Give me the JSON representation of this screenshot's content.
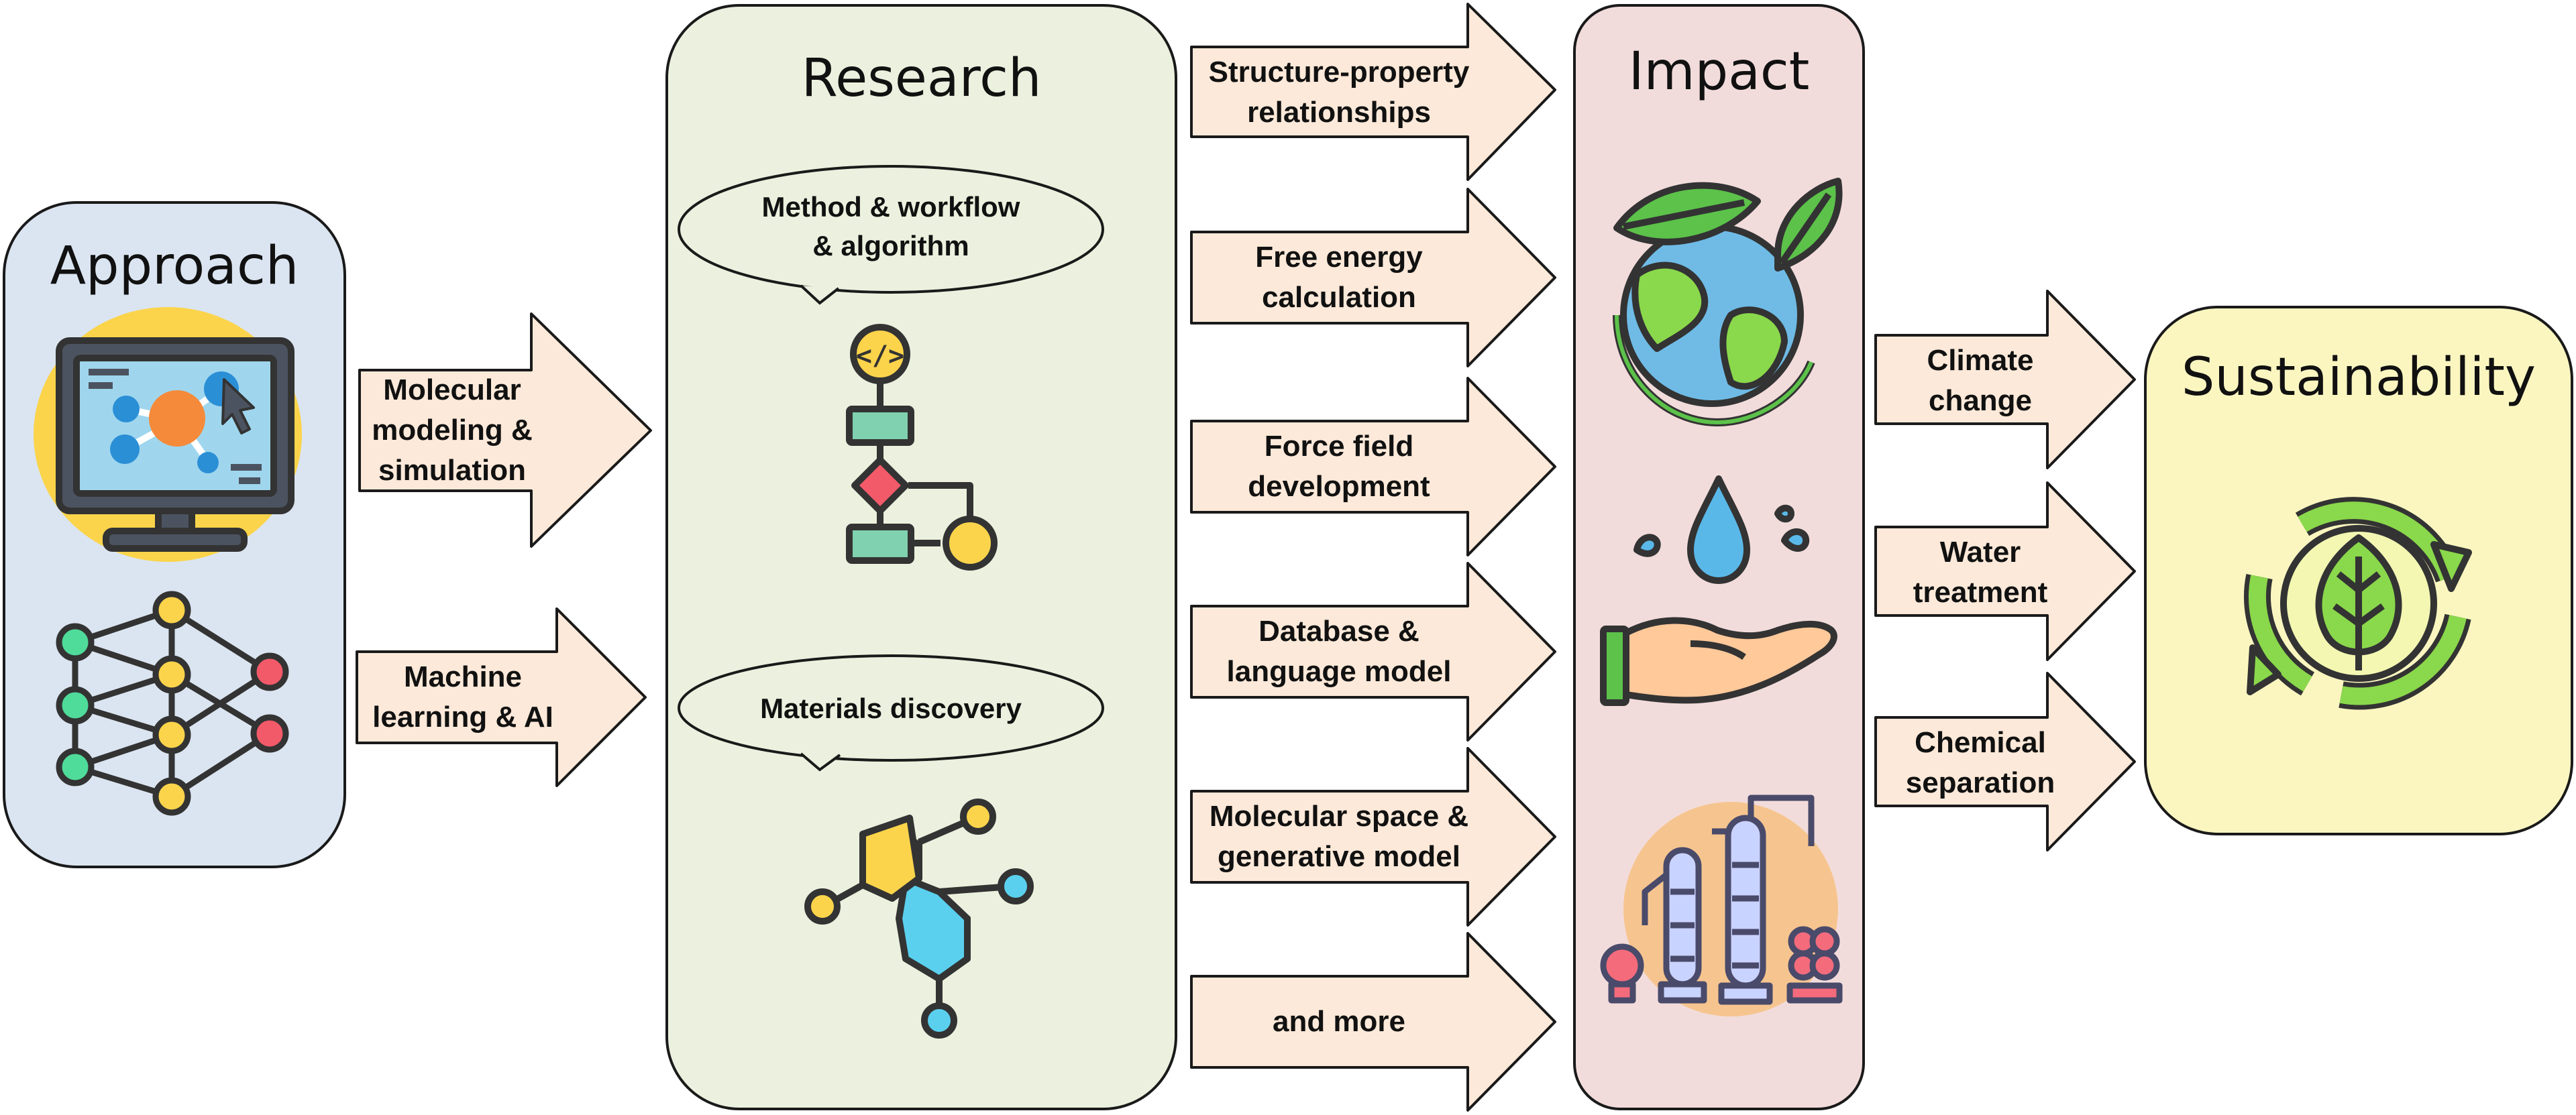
{
  "approach": {
    "title": "Approach"
  },
  "research": {
    "title": "Research",
    "bubble_method": "Method & workflow\n& algorithm",
    "bubble_materials": "Materials discovery"
  },
  "impact": {
    "title": "Impact"
  },
  "sustainability": {
    "title": "Sustainability"
  },
  "approach_arrows": [
    "Molecular\nmodeling &\nsimulation",
    "Machine\nlearning & AI"
  ],
  "research_arrows": [
    "Structure-property\nrelationships",
    "Free energy\ncalculation",
    "Force field\ndevelopment",
    "Database &\nlanguage model",
    "Molecular space &\ngenerative model",
    "and more"
  ],
  "impact_arrows": [
    "Climate\nchange",
    "Water\ntreatment",
    "Chemical\nseparation"
  ],
  "colors": {
    "approach_bg": "#dbe5f1",
    "research_bg": "#ebf1de",
    "impact_bg": "#f2dcdb",
    "sustainability_bg": "#fbf6c0",
    "arrow_fill": "#fde9d9",
    "outline": "#1a1a1a"
  },
  "icons": [
    "computer-monitor-icon",
    "neural-network-icon",
    "flowchart-code-icon",
    "molecule-icon",
    "globe-leaves-icon",
    "water-drop-hand-icon",
    "chemical-plant-icon",
    "recycle-leaf-icon"
  ]
}
